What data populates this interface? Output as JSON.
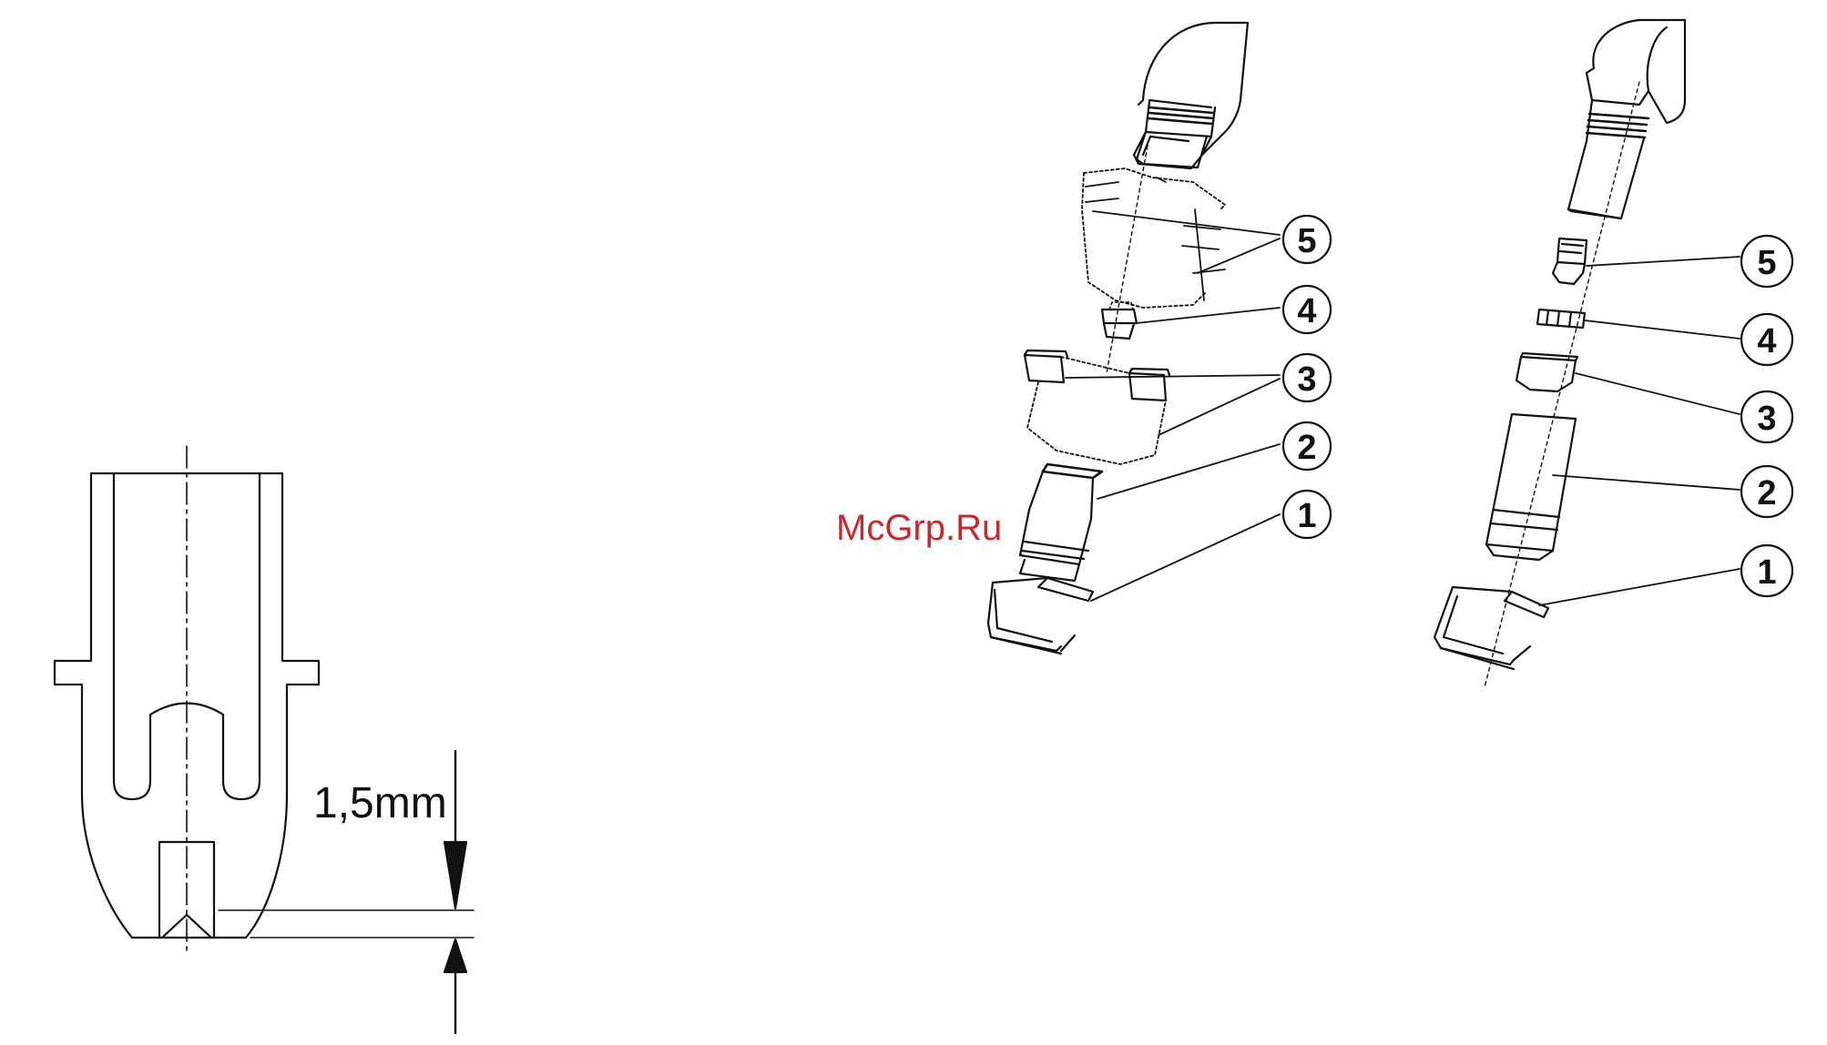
{
  "watermark": "McGrp.Ru",
  "dimension": {
    "label": "1,5mm"
  },
  "left_callouts": [
    "5",
    "4",
    "3",
    "2",
    "1"
  ],
  "right_callouts": [
    "5",
    "4",
    "3",
    "2",
    "1"
  ],
  "colors": {
    "line": "#111111",
    "watermark": "#c8282d",
    "background": "#ffffff"
  }
}
